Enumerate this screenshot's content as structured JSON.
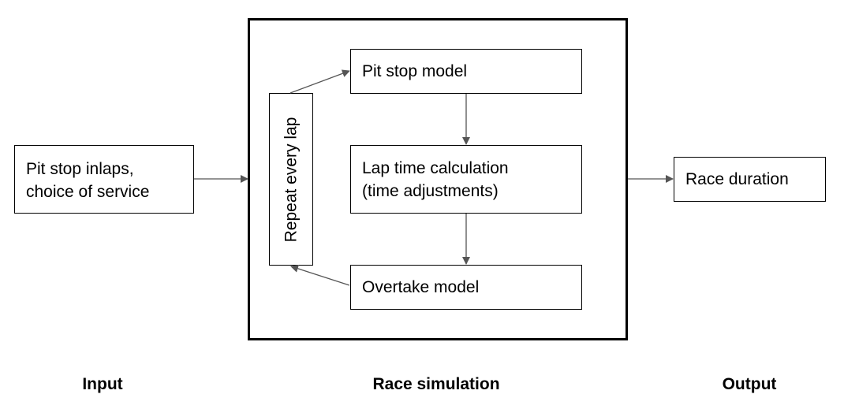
{
  "diagram": {
    "input_box": {
      "line1": "Pit stop inlaps,",
      "line2": "choice of service"
    },
    "repeat_box": {
      "text": "Repeat every lap"
    },
    "pit_stop_box": {
      "text": "Pit stop model"
    },
    "lap_time_box": {
      "line1": "Lap time calculation",
      "line2": "(time adjustments)"
    },
    "overtake_box": {
      "text": "Overtake model"
    },
    "output_box": {
      "text": "Race duration"
    },
    "labels": {
      "input": "Input",
      "simulation": "Race simulation",
      "output": "Output"
    },
    "colors": {
      "arrow": "#555555",
      "border": "#000000"
    }
  }
}
